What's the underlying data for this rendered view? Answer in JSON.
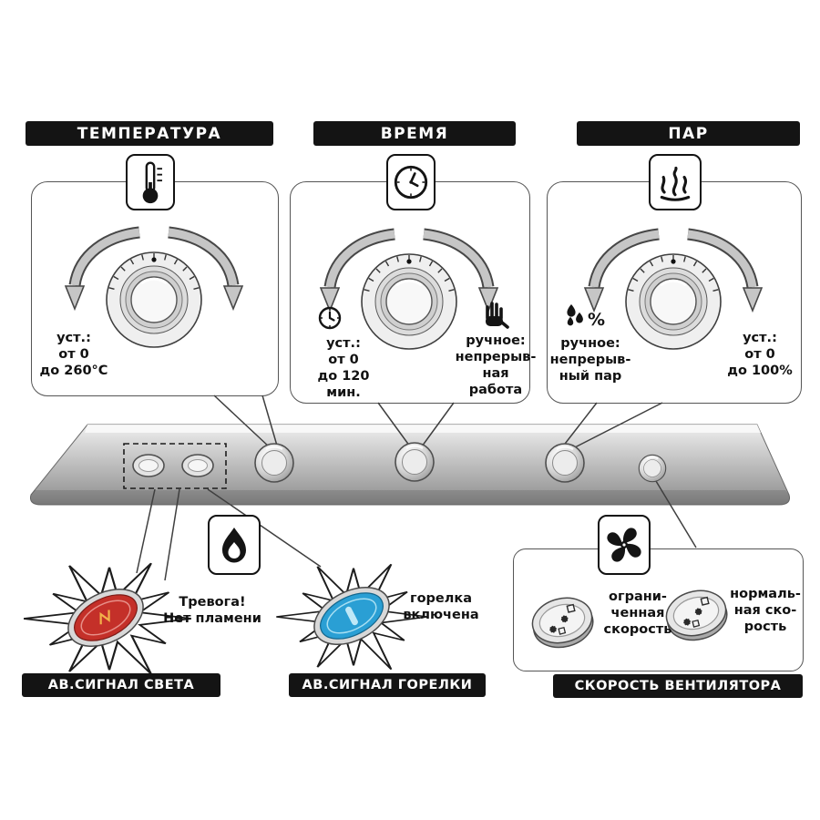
{
  "headers": {
    "temperature": "ТЕМПЕРАТУРА",
    "time": "ВРЕМЯ",
    "steam": "ПАР"
  },
  "temperature_panel": {
    "set_range": "уст.:\nот 0\nдо 260°C"
  },
  "time_panel": {
    "set_range": "уст.:\nот 0\nдо 120 мин.",
    "manual": "ручное:\nнепрерыв-\nная работа"
  },
  "steam_panel": {
    "manual": "ручное:\nнепрерыв-\nный пар",
    "percent": "%",
    "set_range": "уст.:\nот 0\nдо 100%"
  },
  "indicators": {
    "flame_alarm": "Тревога!\nНет пламени",
    "burner_on": "горелка\nвключена"
  },
  "fan_speed": {
    "limited": "ограни-\nченная\nскорость",
    "normal": "нормаль-\nная ско-\nрость"
  },
  "footer_labels": {
    "light_alarm": "АВ.СИГНАЛ СВЕТА",
    "burner_alarm": "АВ.СИГНАЛ ГОРЕЛКИ",
    "fan_speed": "СКОРОСТЬ ВЕНТИЛЯТОРА"
  },
  "icons": {
    "temperature": "thermometer-icon",
    "time": "clock-icon",
    "steam": "steam-icon",
    "time_set": "timer-icon",
    "time_manual": "hand-icon",
    "steam_manual": "drops-percent-icon",
    "burner": "flame-icon",
    "fan": "fan-icon"
  },
  "colors": {
    "label_bg": "#141414",
    "alarm_lamp_red": "#c43029",
    "burner_lamp_blue": "#2a9fd4",
    "panel_strip_gray": "#c7c7c7"
  }
}
